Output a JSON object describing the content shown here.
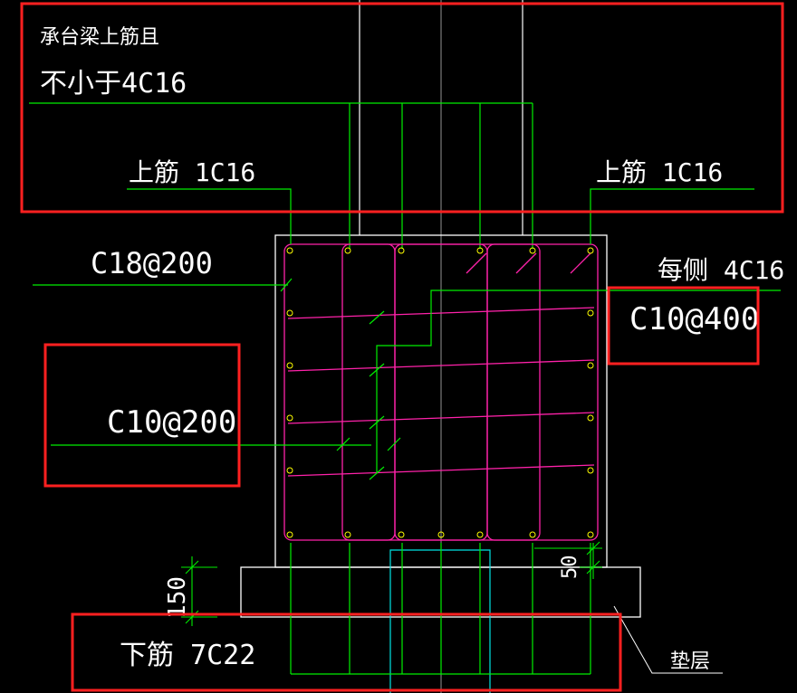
{
  "colors": {
    "background": "#000000",
    "outline": "#ffffff",
    "leader": "#00ff00",
    "rebar": "#ff00aa",
    "bar_dot": "#ffff00",
    "opening": "#00e5e5",
    "highlight_box": "#ff2020"
  },
  "notes": {
    "top_bar_note_line1": "承台梁上筋且",
    "top_bar_note_line2": "不小于4C16",
    "top_bar_left": "上筋 1C16",
    "top_bar_right": "上筋 1C16",
    "main_stirrup": "C18@200",
    "side_bars": "每侧 4C16",
    "tie_400": "C10@400",
    "tie_200": "C10@200",
    "bottom_bars": "下筋 7C22",
    "cushion_layer": "垫层",
    "dim_cushion": "150",
    "dim_cover": "50"
  }
}
